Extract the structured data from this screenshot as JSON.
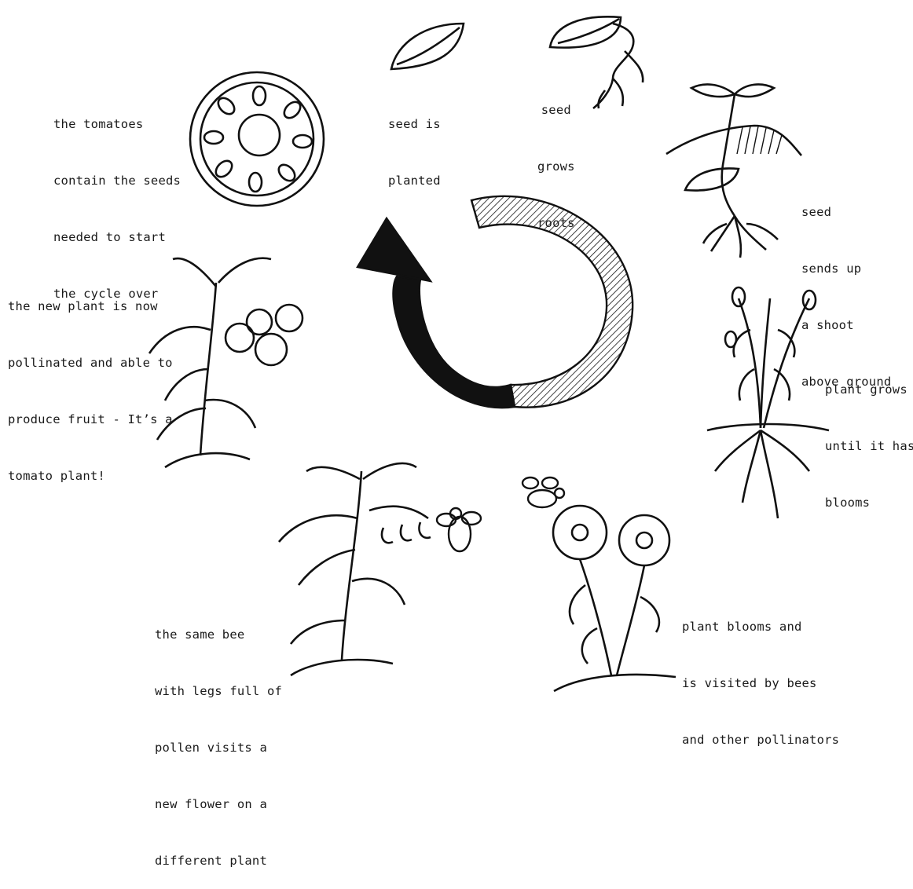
{
  "colors": {
    "ink": "#111111",
    "paper": "#ffffff"
  },
  "stages": [
    {
      "id": "seed-planted",
      "lines": [
        "seed is",
        "planted"
      ]
    },
    {
      "id": "seed-roots",
      "lines": [
        "seed",
        "grows",
        "roots"
      ]
    },
    {
      "id": "seed-shoot",
      "lines": [
        "seed",
        "sends up",
        "a shoot",
        "above ground"
      ]
    },
    {
      "id": "plant-blooms-grow",
      "lines": [
        "plant grows",
        "until it has",
        "blooms"
      ]
    },
    {
      "id": "plant-visited",
      "lines": [
        "plant blooms and",
        "is visited by bees",
        "and other pollinators"
      ]
    },
    {
      "id": "bee-pollen",
      "lines": [
        "the same bee",
        "with legs full of",
        "pollen visits a",
        "new flower on a",
        "different plant"
      ]
    },
    {
      "id": "tomato-plant",
      "lines": [
        "the new plant is now",
        "pollinated and able to",
        "produce fruit - It’s a",
        "tomato plant!"
      ]
    },
    {
      "id": "tomato-seeds",
      "lines": [
        "the tomatoes",
        "contain the seeds",
        "needed to start",
        "the cycle over"
      ]
    }
  ],
  "center_arrow": "cycle-arrow-icon"
}
